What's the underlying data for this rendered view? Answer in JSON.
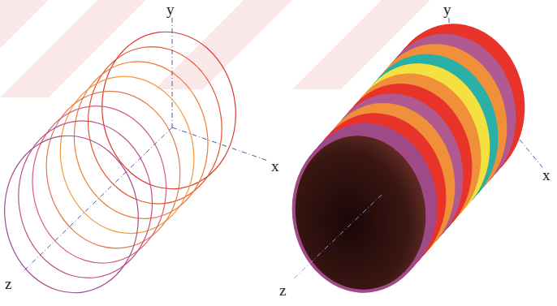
{
  "diagram": {
    "labels": [
      "y",
      "x",
      "z",
      "y",
      "x",
      "z"
    ]
  }
}
